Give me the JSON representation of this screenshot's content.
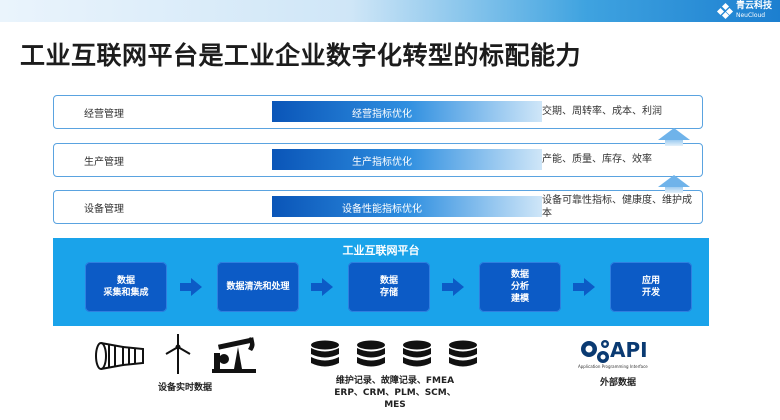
{
  "brand": {
    "name_cn": "青云科技",
    "name_en": "NeuCloud"
  },
  "title": "工业互联网平台是工业企业数字化转型的标配能力",
  "layers": [
    {
      "label": "经营管理",
      "band": "经营指标优化",
      "output": "交期、周转率、成本、利润"
    },
    {
      "label": "生产管理",
      "band": "生产指标优化",
      "output": "产能、质量、库存、效率"
    },
    {
      "label": "设备管理",
      "band": "设备性能指标优化",
      "output": "设备可靠性指标、健康度、维护成本"
    }
  ],
  "platform": {
    "title": "工业互联网平台",
    "steps": [
      "数据\n采集和集成",
      "数据清洗和处理",
      "数据\n存储",
      "数据\n分析\n建模",
      "应用\n开发"
    ]
  },
  "sources": {
    "device_caption": "设备实时数据",
    "db_caption_lines": [
      "维护记录、故障记录、FMEA",
      "ERP、CRM、PLM、SCM、",
      "MES"
    ],
    "api_label": "API",
    "api_sub": "Application Programming Interface",
    "external_caption": "外部数据"
  },
  "colors": {
    "accent": "#1aa3ea",
    "box": "#0c5bc6",
    "border": "#5aa3e0"
  }
}
